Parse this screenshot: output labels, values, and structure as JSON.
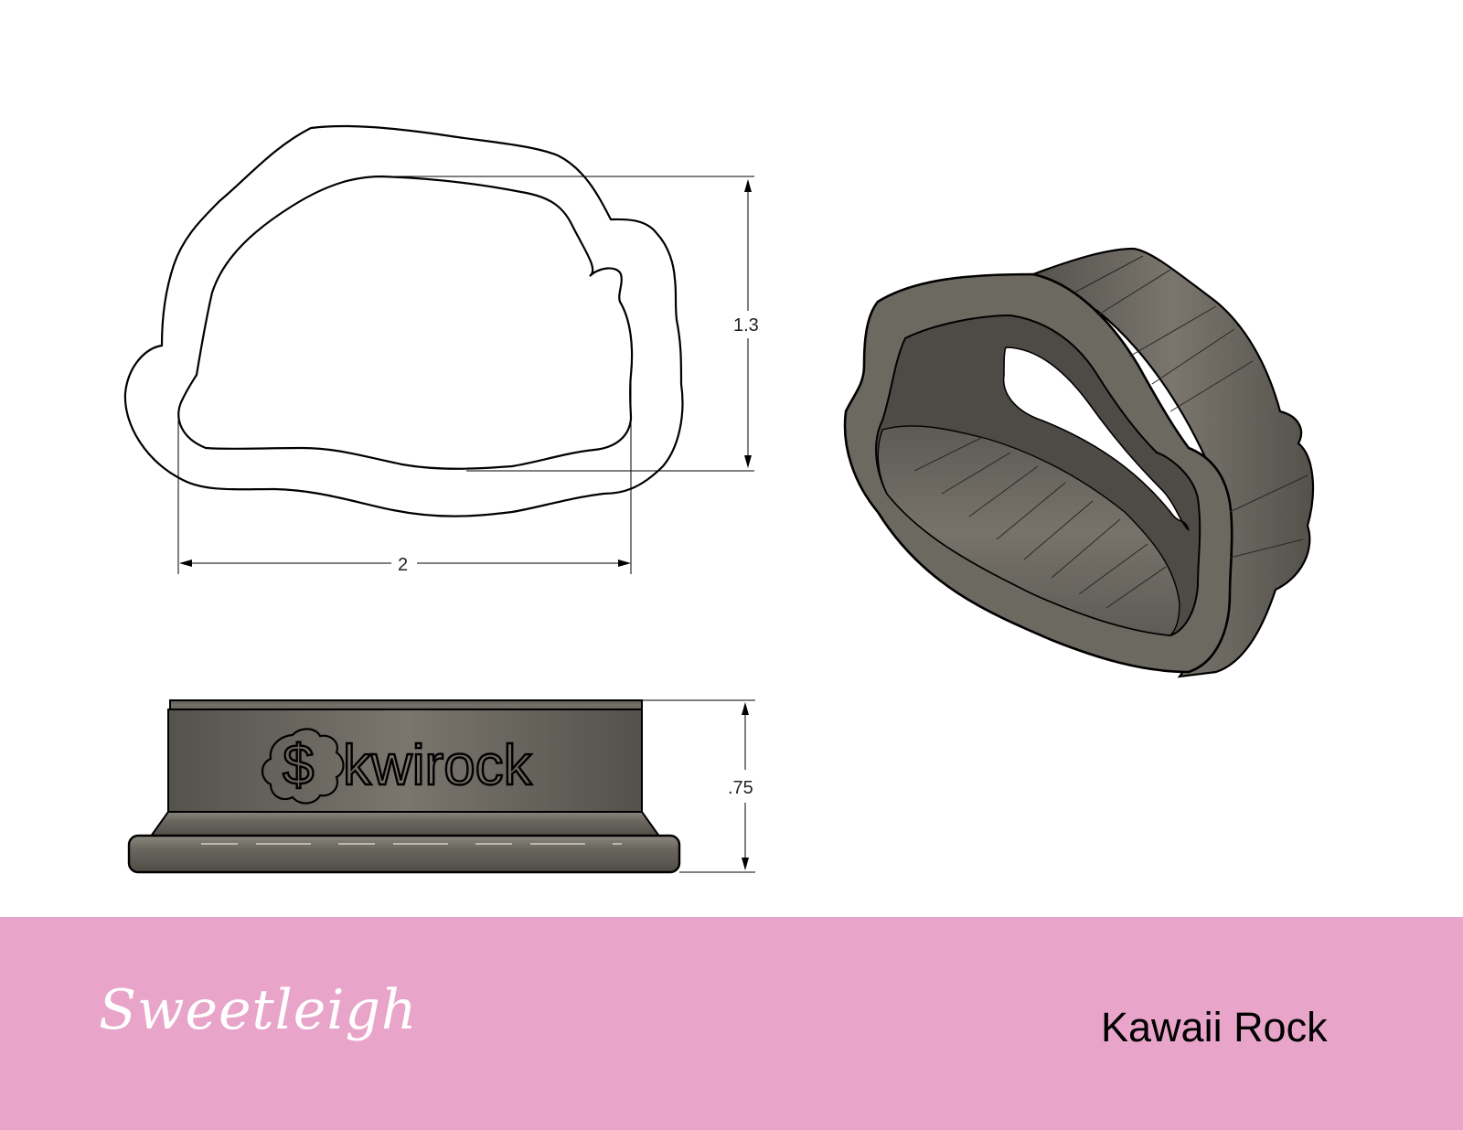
{
  "drawing": {
    "title": "Kawaii Rock",
    "views": {
      "top": {
        "width_dimension": "2",
        "height_dimension": "1.3"
      },
      "side": {
        "height_dimension": ".75",
        "embossed_text": "kwirock",
        "logo_glyph": "$"
      },
      "isometric": {
        "description": "3D render of cookie cutter"
      }
    },
    "colors": {
      "banner": "#e9a5c9",
      "metal": "#6e6a62",
      "outline": "#000000"
    }
  },
  "footer": {
    "brand": "Sweetleigh",
    "product_name": "Kawaii Rock"
  }
}
